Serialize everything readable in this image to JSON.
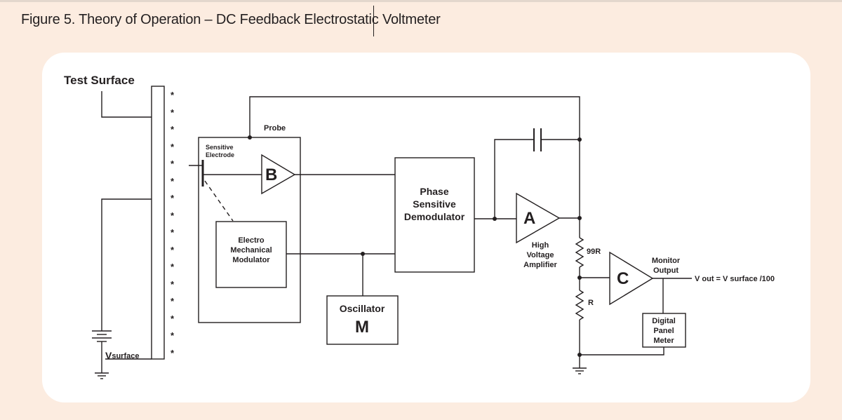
{
  "figure": {
    "title": "Figure 5. Theory of Operation – DC Feedback Electrostatic Voltmeter"
  },
  "diagram": {
    "test_surface_label": "Test Surface",
    "v_surface_label_main": "V",
    "v_surface_label_sub": "surface",
    "probe_label": "Probe",
    "sensitive_electrode_line1": "Sensitive",
    "sensitive_electrode_line2": "Electrode",
    "amp_b_label": "B",
    "modulator_line1": "Electro",
    "modulator_line2": "Mechanical",
    "modulator_line3": "Modulator",
    "demod_line1": "Phase",
    "demod_line2": "Sensitive",
    "demod_line3": "Demodulator",
    "oscillator_label": "Oscillator",
    "oscillator_letter": "M",
    "amp_a_label": "A",
    "hv_amp_line1": "High",
    "hv_amp_line2": "Voltage",
    "hv_amp_line3": "Amplifier",
    "resistor_99r_label": "99R",
    "resistor_r_label": "R",
    "amp_c_label": "C",
    "monitor_line1": "Monitor",
    "monitor_line2": "Output",
    "vout_label": "V out = V surface /100",
    "meter_line1": "Digital",
    "meter_line2": "Panel",
    "meter_line3": "Meter"
  }
}
